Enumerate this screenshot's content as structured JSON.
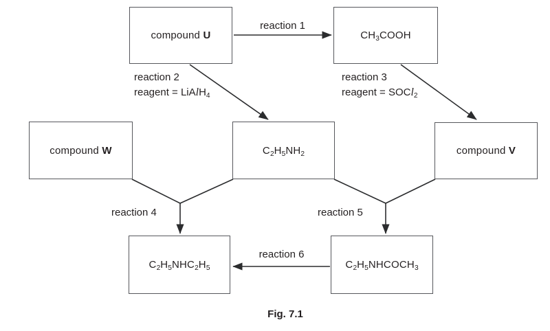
{
  "figure": {
    "caption": "Fig. 7.1"
  },
  "boxes": {
    "compound_u": {
      "prefix": "compound ",
      "bold": "U"
    },
    "ch3cooh": {
      "formula": "CH3COOH"
    },
    "compound_w": {
      "prefix": "compound ",
      "bold": "W"
    },
    "c2h5nh2": {
      "formula": "C2H5NH2"
    },
    "compound_v": {
      "prefix": "compound ",
      "bold": "V"
    },
    "c2h5nhc2h5": {
      "formula": "C2H5NHC2H5"
    },
    "c2h5nhcoch3": {
      "formula": "C2H5NHCOCH3"
    }
  },
  "labels": {
    "reaction1": "reaction 1",
    "reaction2": "reaction 2",
    "reagent2": {
      "pre": "reagent = LiA",
      "italic_l": "l",
      "post": "H4"
    },
    "reaction3": "reaction 3",
    "reagent3": {
      "pre": "reagent = SOC",
      "italic_l": "l",
      "post": "2"
    },
    "reaction4": "reaction 4",
    "reaction5": "reaction 5",
    "reaction6": "reaction 6"
  },
  "colors": {
    "background": "#ffffff",
    "box_border": "#56575c",
    "connector": "#2b2c2e",
    "text": "#231f20"
  }
}
